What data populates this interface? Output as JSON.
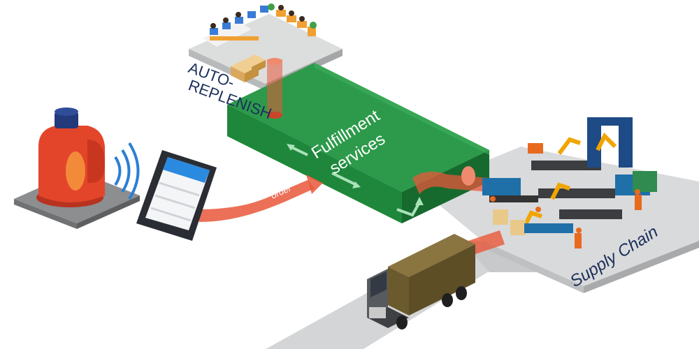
{
  "labels": {
    "auto_replenish_line1": "AUTO-",
    "auto_replenish_line2": "REPLENISH",
    "fulfillment_line1": "Fulfillment",
    "fulfillment_line2": "services",
    "order": "order",
    "supply_chain": "Supply Chain"
  },
  "colors": {
    "green_block": "#1f8a3c",
    "orange_pipe": "#e8573a",
    "navy_text": "#1b2f5a",
    "bottle": "#e3452b",
    "truck_cargo": "#6b5a2e",
    "platform": "#d9dadb"
  },
  "icons": [
    "detergent-bottle-icon",
    "wifi-signal-icon",
    "smartphone-icon",
    "office-workers-icon",
    "cardboard-boxes-icon",
    "factory-robot-arm-icon",
    "delivery-truck-icon"
  ]
}
